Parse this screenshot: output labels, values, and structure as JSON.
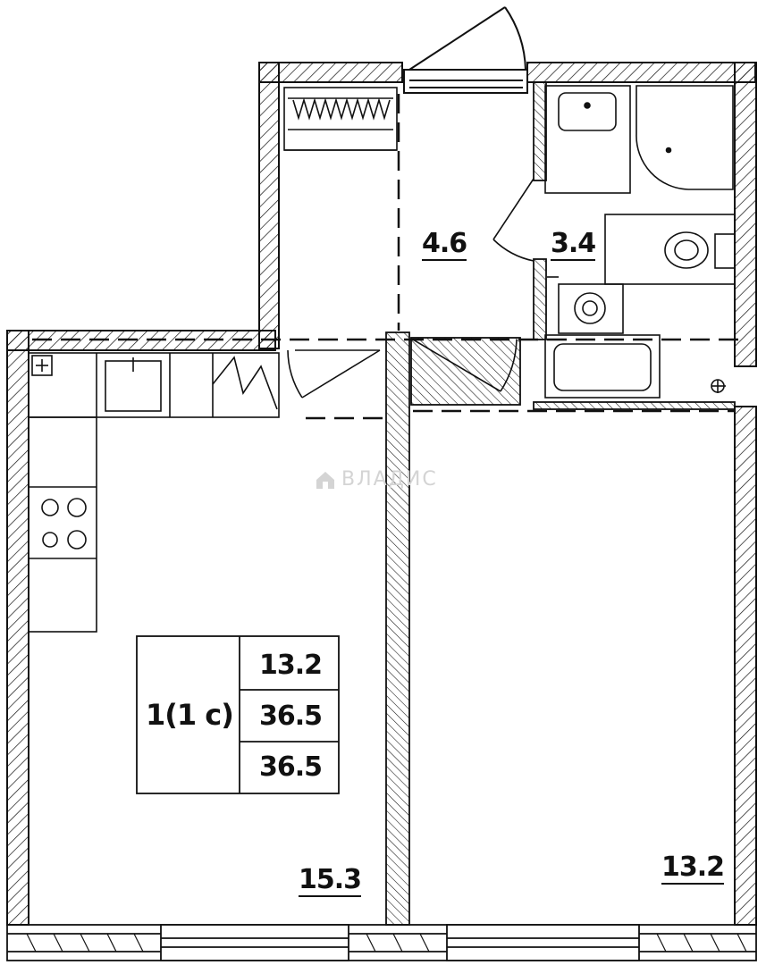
{
  "rooms": {
    "kitchen_living": {
      "area": "15.3"
    },
    "bedroom": {
      "area": "13.2"
    },
    "hallway": {
      "area": "4.6"
    },
    "bathroom": {
      "area": "3.4"
    }
  },
  "summary": {
    "type": "1(1 с)",
    "living_area": "13.2",
    "total_area": "36.5",
    "total_area_with_balcony": "36.5"
  },
  "watermark": {
    "text": "ВЛАДИС",
    "icon": "house-icon"
  },
  "colors": {
    "ink": "#111111",
    "watermark": "#d4d4d4"
  }
}
